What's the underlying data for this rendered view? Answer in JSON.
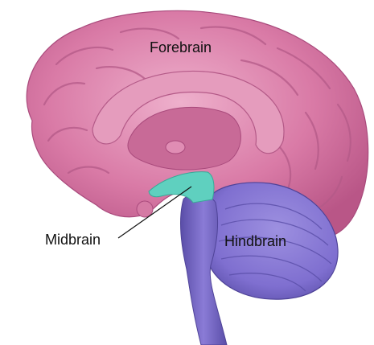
{
  "labels": {
    "forebrain": "Forebrain",
    "midbrain": "Midbrain",
    "hindbrain": "Hindbrain"
  },
  "colors": {
    "forebrain": "#d97aa6",
    "forebrain_dark": "#b95687",
    "forebrain_light": "#ecaac8",
    "midbrain": "#5fd0bf",
    "hindbrain": "#7f6fd0",
    "hindbrain_dark": "#5a4ea8",
    "label_text": "#111111"
  }
}
